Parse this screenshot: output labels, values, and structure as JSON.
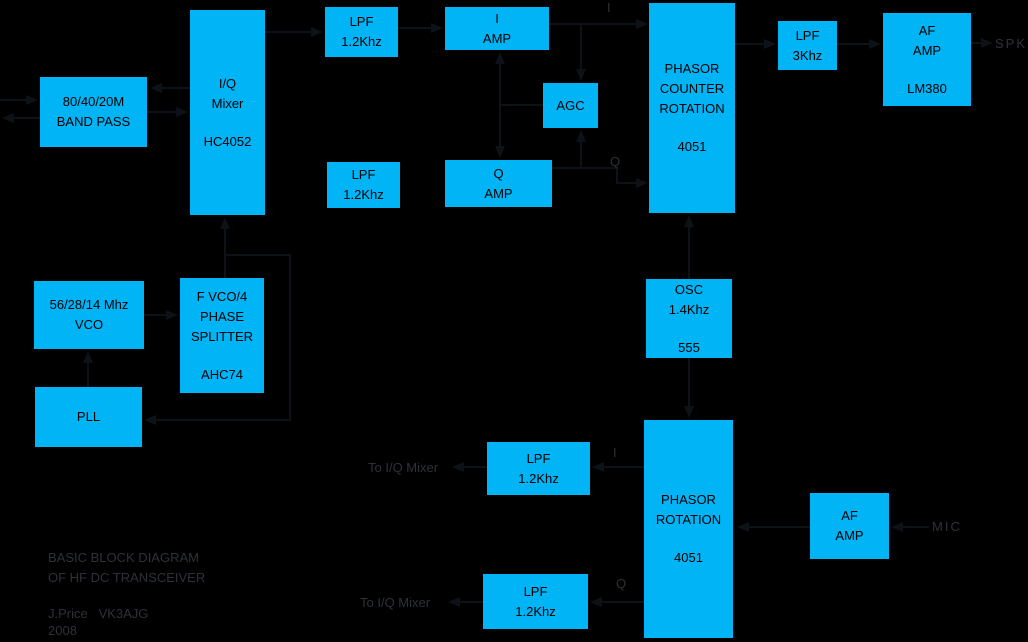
{
  "colors": {
    "background": "#000000",
    "block_fill": "#00B4F6",
    "block_text": "#000000",
    "connector": "#0D1118",
    "faint_text": "#2E3137"
  },
  "blocks": {
    "band_pass": {
      "line1": "80/40/20M",
      "line2": "BAND PASS"
    },
    "iq_mixer": {
      "line1": "I/Q",
      "line2": "Mixer",
      "chip": "HC4052"
    },
    "lpf_rx_i": {
      "line1": "LPF",
      "line2": "1.2Khz"
    },
    "i_amp": {
      "line1": "I",
      "line2": "AMP"
    },
    "agc": {
      "line1": "AGC"
    },
    "q_amp": {
      "line1": "Q",
      "line2": "AMP"
    },
    "lpf_rx_q": {
      "line1": "LPF",
      "line2": "1.2Khz"
    },
    "phasor_counter": {
      "line1": "PHASOR",
      "line2": "COUNTER",
      "line3": "ROTATION",
      "chip": "4051"
    },
    "lpf_af": {
      "line1": "LPF",
      "line2": "3Khz"
    },
    "af_amp_rx": {
      "line1": "AF",
      "line2": "AMP",
      "chip": "LM380"
    },
    "vco": {
      "line1": "56/28/14 Mhz",
      "line2": "VCO"
    },
    "phase_splitter": {
      "line1": "F VCO/4",
      "line2": "PHASE",
      "line3": "SPLITTER",
      "chip": "AHC74"
    },
    "pll": {
      "line1": "PLL"
    },
    "osc": {
      "line1": "OSC",
      "line2": "1.4Khz",
      "chip": "555"
    },
    "phasor_rotation": {
      "line1": "PHASOR",
      "line2": "ROTATION",
      "chip": "4051"
    },
    "lpf_tx_i": {
      "line1": "LPF",
      "line2": "1.2Khz"
    },
    "af_amp_tx": {
      "line1": "AF",
      "line2": "AMP"
    },
    "lpf_tx_q": {
      "line1": "LPF",
      "line2": "1.2Khz"
    }
  },
  "annotations": {
    "i_rx": "I",
    "q_rx": "Q",
    "spkr": "SPKR",
    "mic": "MIC",
    "i_tx": "I",
    "q_tx": "Q",
    "to_iq_mixer_top": "To I/Q Mixer",
    "to_iq_mixer_bottom": "To I/Q Mixer"
  },
  "title_block": {
    "line1": "BASIC BLOCK DIAGRAM",
    "line2": "OF HF DC TRANSCEIVER",
    "author": "J.Price   VK3AJG",
    "year": "2008"
  }
}
